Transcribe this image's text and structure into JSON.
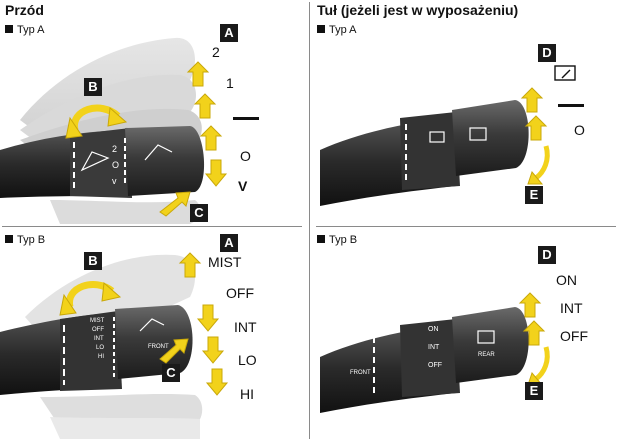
{
  "front": {
    "title": "Przód",
    "type_a": {
      "label": "Typ A",
      "positions": [
        "2",
        "1",
        "---",
        "O",
        "V"
      ],
      "badges": {
        "a": "A",
        "b": "B",
        "c": "C"
      }
    },
    "type_b": {
      "label": "Typ B",
      "positions": [
        "MIST",
        "OFF",
        "INT",
        "LO",
        "HI"
      ],
      "badges": {
        "a": "A",
        "b": "B",
        "c": "C"
      },
      "stalk_marks": [
        "MIST",
        "OFF",
        "INT",
        "LO",
        "HI",
        "FRONT"
      ]
    }
  },
  "rear": {
    "title": "Tuł (jeżeli jest w wyposażeniu)",
    "type_a": {
      "label": "Typ A",
      "positions": [
        "---",
        "O"
      ],
      "badges": {
        "d": "D",
        "e": "E"
      }
    },
    "type_b": {
      "label": "Typ B",
      "positions": [
        "ON",
        "INT",
        "OFF"
      ],
      "badges": {
        "d": "D",
        "e": "E"
      },
      "stalk_marks": [
        "ON",
        "INT",
        "OFF",
        "REAR",
        "FRONT"
      ]
    }
  },
  "colors": {
    "arrow": "#f2d21b",
    "arrow_stroke": "#c9a80a",
    "stalk": "#2c2c2c",
    "badge": "#1a1a1a"
  }
}
